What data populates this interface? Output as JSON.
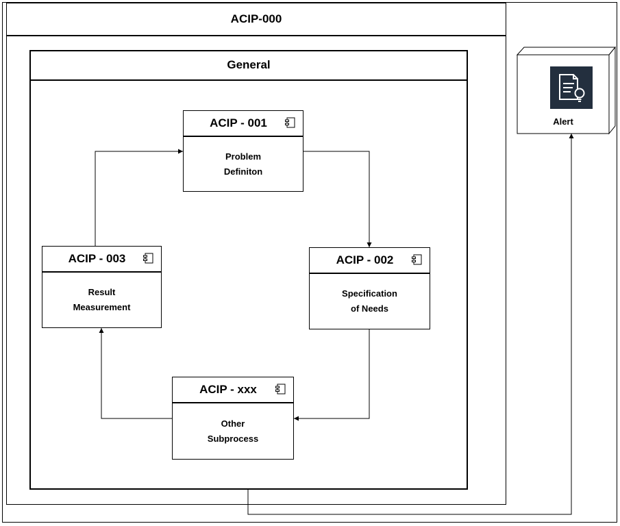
{
  "pool": {
    "title": "ACIP-000"
  },
  "lane": {
    "title": "General"
  },
  "components": [
    {
      "id": "acip-001",
      "title": "ACIP - 001",
      "lines": [
        "Problem",
        "Definiton"
      ]
    },
    {
      "id": "acip-002",
      "title": "ACIP - 002",
      "lines": [
        "Specification",
        "of Needs"
      ]
    },
    {
      "id": "acip-003",
      "title": "ACIP - 003",
      "lines": [
        "Result",
        "Measurement"
      ]
    },
    {
      "id": "acip-xxx",
      "title": "ACIP - xxx",
      "lines": [
        "Other",
        "Subprocess"
      ]
    }
  ],
  "alert": {
    "label": "Alert",
    "icon": "document-lightbulb-icon",
    "icon_bg": "#232f3e"
  },
  "colors": {
    "stroke": "#000000",
    "background": "#ffffff"
  }
}
